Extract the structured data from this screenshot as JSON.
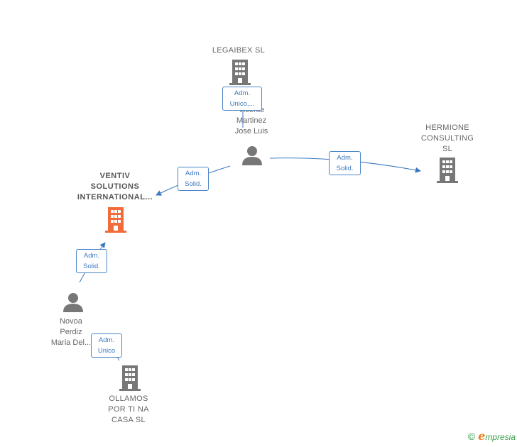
{
  "nodes": {
    "legaibex": {
      "label": "LEGAIBEX SL",
      "type": "company",
      "color": "#777777"
    },
    "vicente": {
      "label": "Vicente\nMartinez\nJose Luis",
      "type": "person",
      "color": "#777777"
    },
    "hermione": {
      "label": "HERMIONE\nCONSULTING\nSL",
      "type": "company",
      "color": "#777777"
    },
    "ventiv": {
      "label": "VENTIV\nSOLUTIONS\nINTERNATIONAL...",
      "type": "company",
      "color": "#f26b3a"
    },
    "novoa": {
      "label": "Novoa\nPerdiz\nMaria Del...",
      "type": "person",
      "color": "#777777"
    },
    "ollamos": {
      "label": "OLLAMOS\nPOR TI NA\nCASA  SL",
      "type": "company",
      "color": "#777777"
    }
  },
  "relations": {
    "vicente_legaibex": "Adm.\nUnico,...",
    "vicente_ventiv": "Adm.\nSolid.",
    "vicente_hermione": "Adm.\nSolid.",
    "novoa_ventiv": "Adm.\nSolid.",
    "novoa_ollamos": "Adm.\nUnico"
  },
  "colors": {
    "edge": "#3c78c0",
    "accent": "#f26b3a",
    "node": "#777777"
  },
  "brand": {
    "copyright": "©",
    "name": "mpresia",
    "initial": "e"
  }
}
